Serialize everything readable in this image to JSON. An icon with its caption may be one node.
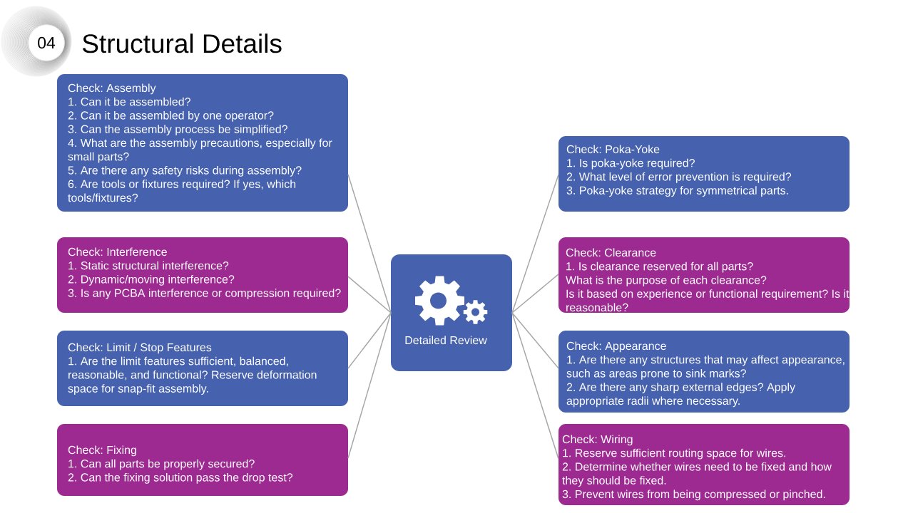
{
  "diagram": {
    "title": "Structural Details",
    "nodes": [
      {
        "text": [
          "04"
        ]
      },
      {
        "text": [
          "Check: Assembly",
          "1. Can it be assembled?",
          "2. Can it be assembled by one operator?",
          "3. Can the assembly process be simplified?",
          "4. What are the assembly precautions, especially for small parts?",
          "5. Are there any safety risks during assembly?",
          "6. Are tools or fixtures required? If yes, which tools/fixtures?"
        ]
      },
      {
        "text": [
          "Check: Interference",
          "1. Static structural interference?",
          "2. Dynamic/moving interference?",
          "3. Is any PCBA interference or compression required?"
        ]
      },
      {
        "text": [
          "Check: Limit / Stop Features",
          "1. Are the limit features sufficient, balanced, reasonable, and functional? Reserve deformation space for snap-fit assembly."
        ]
      },
      {
        "text": [
          "Check: Fixing",
          "1. Can all parts be properly secured?",
          "2. Can the fixing solution pass the drop test?"
        ]
      },
      {
        "text": [
          "Detailed Review"
        ]
      },
      {
        "text": [
          "Check: Poka-Yoke",
          "1. Is poka-yoke required?",
          "2. What level of error prevention is required?",
          "3. Poka-yoke strategy for symmetrical parts."
        ]
      },
      {
        "text": [
          "Check: Clearance",
          "1. Is clearance reserved for all parts?",
          "What is the purpose of each clearance?",
          "Is it based on experience or functional requirement? Is it reasonable?"
        ]
      },
      {
        "text": [
          "Check: Appearance",
          "1. Are there any structures that may affect appearance, such as areas prone to sink marks?",
          "2. Are there any sharp external edges? Apply appropriate radii where necessary."
        ]
      },
      {
        "text": [
          "Check: Wiring",
          "1. Reserve sufficient routing space for wires.",
          "2. Determine whether wires need to be fixed and how they should be fixed.",
          "3. Prevent wires from being compressed or pinched."
        ]
      }
    ],
    "edges": [
      {
        "from": 5,
        "to": 1,
        "arrow": "none"
      },
      {
        "from": 5,
        "to": 2,
        "arrow": "none"
      },
      {
        "from": 5,
        "to": 3,
        "arrow": "none"
      },
      {
        "from": 5,
        "to": 4,
        "arrow": "none"
      },
      {
        "from": 5,
        "to": 6,
        "arrow": "none"
      },
      {
        "from": 5,
        "to": 7,
        "arrow": "none"
      },
      {
        "from": 5,
        "to": 8,
        "arrow": "none"
      },
      {
        "from": 5,
        "to": 9,
        "arrow": "none"
      }
    ]
  }
}
